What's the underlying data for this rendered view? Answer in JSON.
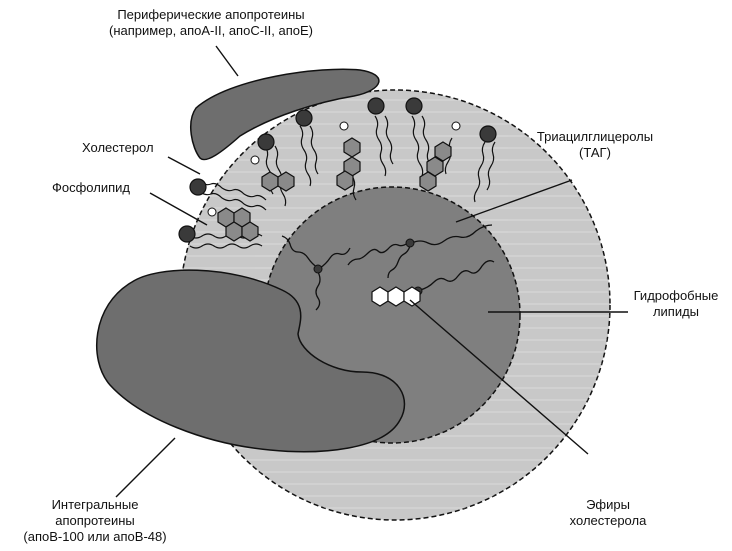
{
  "labels": {
    "peripheral_line1": "Периферические апопротеины",
    "peripheral_line2": "(например, апоА-II, апоС-II, апоЕ)",
    "cholesterol": "Холестерол",
    "phospholipid": "Фосфолипид",
    "tag_line1": "Триацилглицеролы",
    "tag_line2": "(ТАГ)",
    "hydrophobic_line1": "Гидрофобные",
    "hydrophobic_line2": "липиды",
    "esters_line1": "Эфиры",
    "esters_line2": "холестерола",
    "integral_line1": "Интегральные",
    "integral_line2": "апопротеины",
    "integral_line3": "(апоВ-100 или апоВ-48)"
  },
  "colors": {
    "shell": "#c8c8c8",
    "core": "#7f7f7f",
    "protein": "#6e6e6e",
    "head": "#3a3a3a",
    "ring": "#8a8a8a",
    "line": "#111111"
  }
}
